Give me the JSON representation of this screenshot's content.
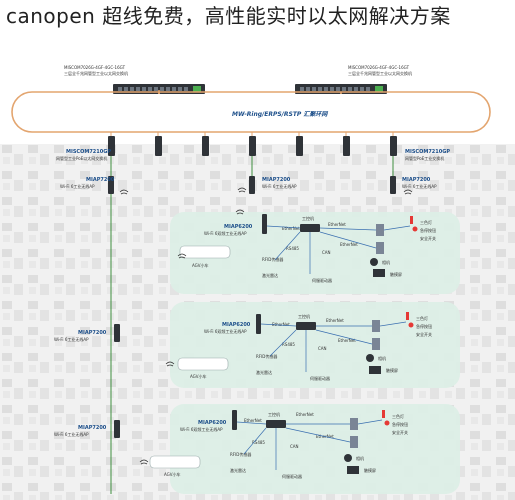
{
  "page": {
    "headline": "canopen 超线免费，高性能实时以太网解决方案"
  },
  "core_switches": [
    {
      "model": "MISCOM7026G-4GF-4GC-16GT",
      "desc": "三层全千兆网管型工业以太网交换机"
    },
    {
      "model": "MISCOM7026G-4GF-4GC-16GT",
      "desc": "三层全千兆网管型工业以太网交换机"
    }
  ],
  "ring": {
    "label": "MW-Ring/ERPS/RSTP 汇聚环网"
  },
  "poe_switches": [
    {
      "model": "MISCOM7210GP",
      "desc": "网管型工业PoE以太网交换机"
    },
    {
      "model": "MISCOM7210GP",
      "desc": "网管型PoE工业交换机"
    }
  ],
  "access_points": [
    {
      "model": "MIAP7200",
      "desc": "Wi-Fi 6工业无线AP"
    },
    {
      "model": "MIAP7200",
      "desc": "Wi-Fi 6工业无线AP"
    },
    {
      "model": "MIAP7200",
      "desc": "Wi-Fi 6工业无线AP"
    },
    {
      "model": "MIAP7200",
      "desc": "Wi-Fi 6工业无线AP"
    },
    {
      "model": "MIAP7200",
      "desc": "Wi-Fi 6工业无线AP"
    }
  ],
  "zone": {
    "client_model": "MIAP6200",
    "client_desc": "Wi-Fi 6双频工业无线AP",
    "ipc": "工控机",
    "ethernet": "EtherNet",
    "rs485": "RS485",
    "can": "CAN",
    "rfid": "RFID传感器",
    "lidar": "激光雷达",
    "servo": "伺服驱动器",
    "camera": "相机",
    "indicator": "三色灯",
    "estop": "急停按钮",
    "safety": "安全开关",
    "battery": "触摸屏",
    "agv": "AGV小车"
  },
  "colors": {
    "ring": "#e3a56f",
    "link": "#3f8f3f",
    "zone": "#dcefe6",
    "device": "#2f3338",
    "accent": "#1d4f8a",
    "city": "#c9c9c9"
  }
}
